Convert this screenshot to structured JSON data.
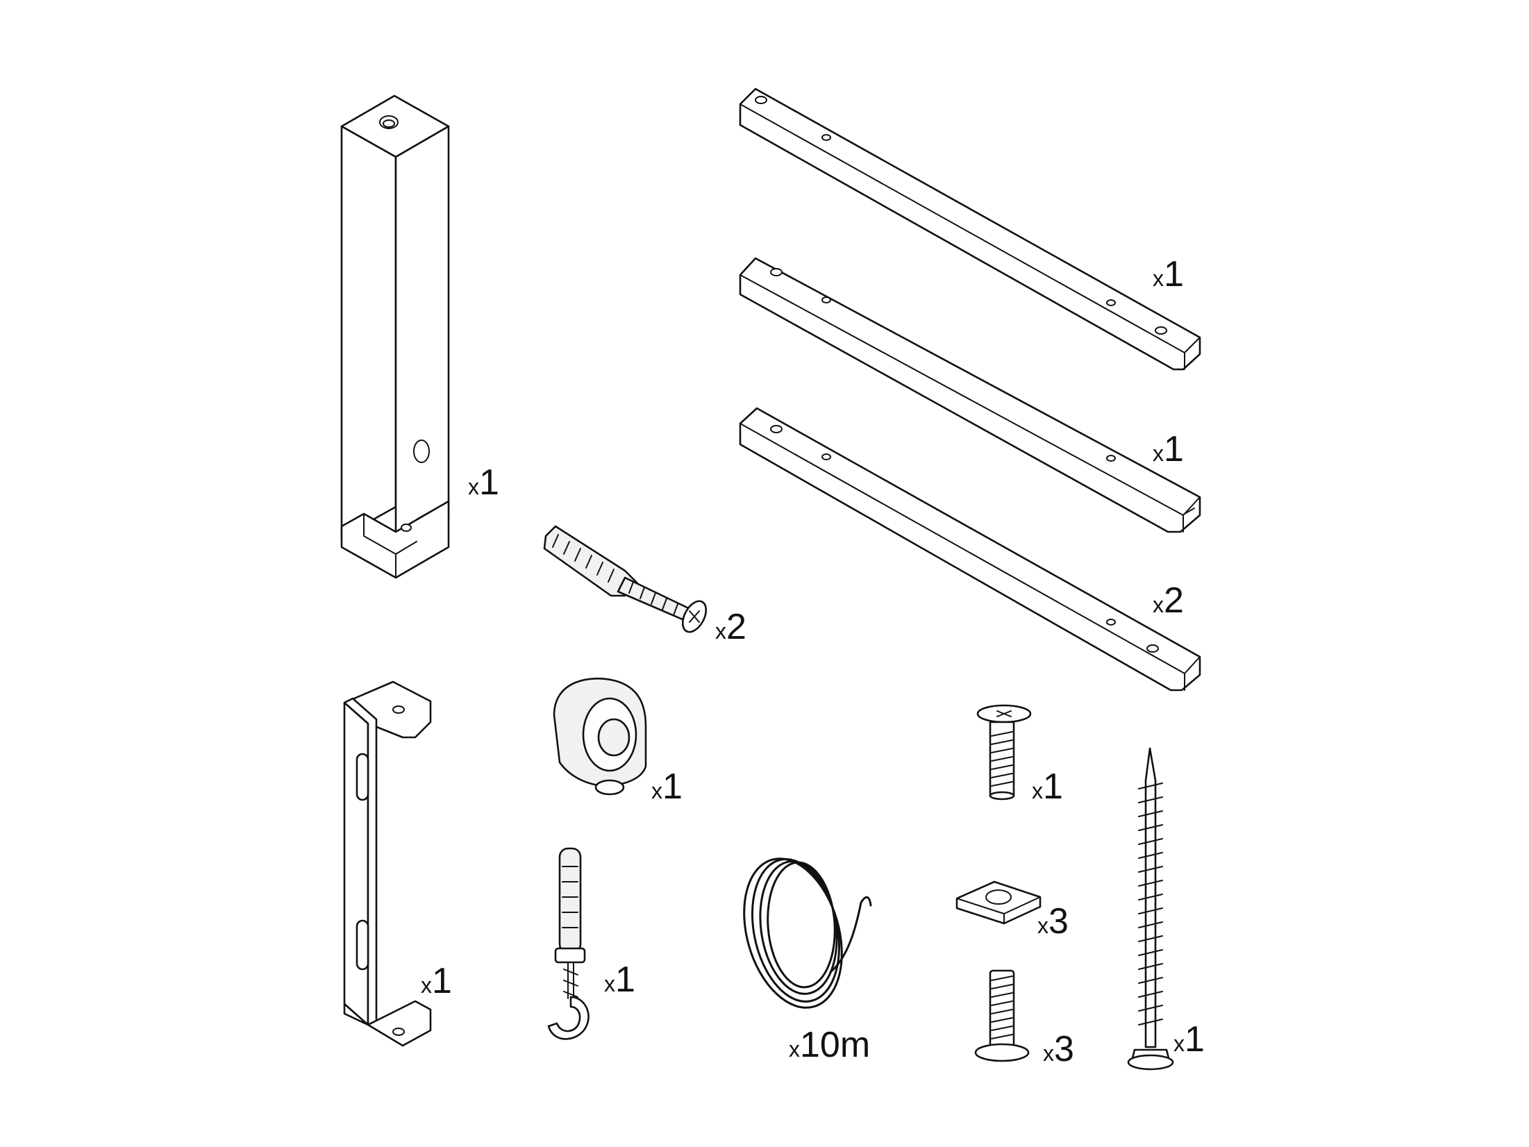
{
  "quantities": {
    "post": {
      "x": "x",
      "n": "1"
    },
    "rail_top": {
      "x": "x",
      "n": "1"
    },
    "rail_middle": {
      "x": "x",
      "n": "1"
    },
    "rail_bottom": {
      "x": "x",
      "n": "2"
    },
    "wall_anchor_screw": {
      "x": "x",
      "n": "2"
    },
    "wall_bracket": {
      "x": "x",
      "n": "1"
    },
    "ring_cap": {
      "x": "x",
      "n": "1"
    },
    "hook_anchor": {
      "x": "x",
      "n": "1"
    },
    "wire": {
      "x": "x",
      "n": "10m"
    },
    "mushroom_bolt": {
      "x": "x",
      "n": "1"
    },
    "square_nut": {
      "x": "x",
      "n": "3"
    },
    "threaded_bolt": {
      "x": "x",
      "n": "3"
    },
    "long_screw": {
      "x": "x",
      "n": "1"
    }
  },
  "colors": {
    "line": "#111111",
    "background": "#ffffff",
    "shade": "#f1f1f1"
  }
}
